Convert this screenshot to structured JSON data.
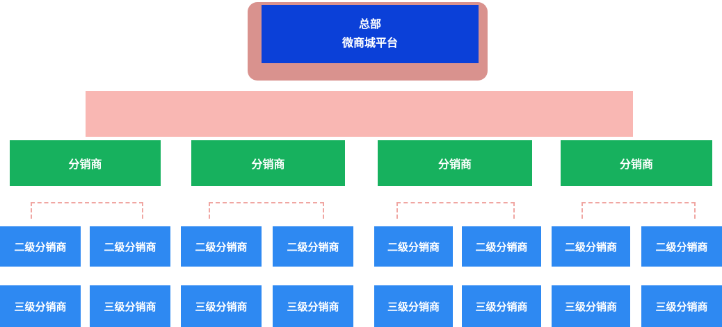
{
  "hq": {
    "line1": "总部",
    "line2": "微商城平台"
  },
  "labels": {
    "distributor": "分销商",
    "level2": "二级分销商",
    "level3": "三级分销商"
  },
  "structure": {
    "distributor_count": 4,
    "level2_count": 8,
    "level3_count": 8,
    "children_per_distributor": 2
  },
  "colors": {
    "hq_blue": "#0b40d8",
    "hq_backdrop": "#d9928e",
    "connector_bar": "#f9b7b3",
    "distributor_green": "#17b15e",
    "sub_blue": "#2e89f2",
    "dashed_connector": "#f0a6a2"
  }
}
